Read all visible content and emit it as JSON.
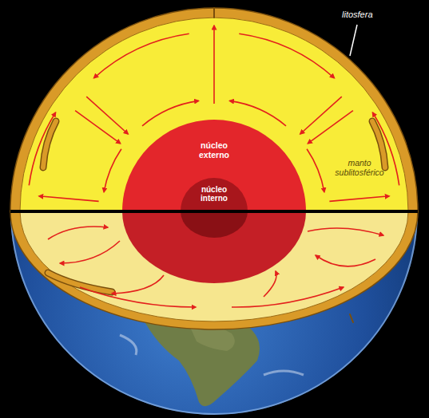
{
  "diagram": {
    "nodes": [
      {
        "text": [
          "manto sublitosférico"
        ]
      },
      {
        "text": [
          "núcleo externo"
        ],
        "in": 0
      },
      {
        "text": [
          "núcleo interno"
        ],
        "in": 1
      }
    ],
    "labels": [
      "litosfera"
    ]
  }
}
